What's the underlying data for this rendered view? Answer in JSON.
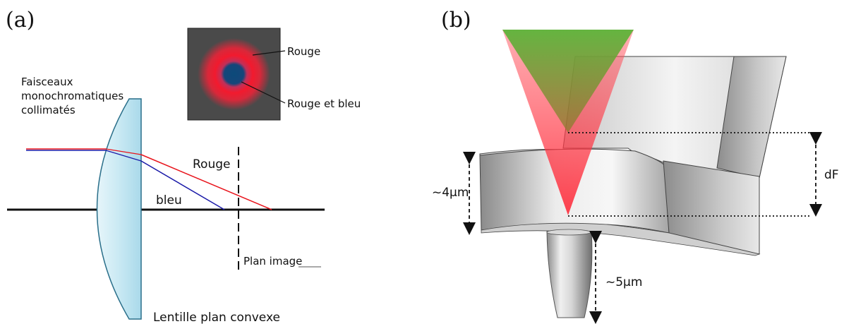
{
  "panel_a": {
    "label": "(a)",
    "beams_label_line1": "Faisceaux",
    "beams_label_line2": "monochromatiques",
    "beams_label_line3": "collimatés",
    "inset_red_label": "Rouge",
    "inset_both_label": "Rouge et bleu",
    "red_ray_label": "Rouge",
    "blue_ray_label": "bleu",
    "image_plane_label": "Plan image",
    "lens_label": "Lentille plan convexe"
  },
  "panel_b": {
    "label": "(b)",
    "thickness_label": "~4µm",
    "focus_shift_label": "dF",
    "tip_length_label": "~5µm"
  },
  "colors": {
    "red_ray": "#e8141c",
    "blue_ray": "#1a1aa8",
    "inset_bg": "#4a4a4a",
    "inset_core": "#0c4a7a",
    "lens_fill": "#bfe3f0"
  }
}
